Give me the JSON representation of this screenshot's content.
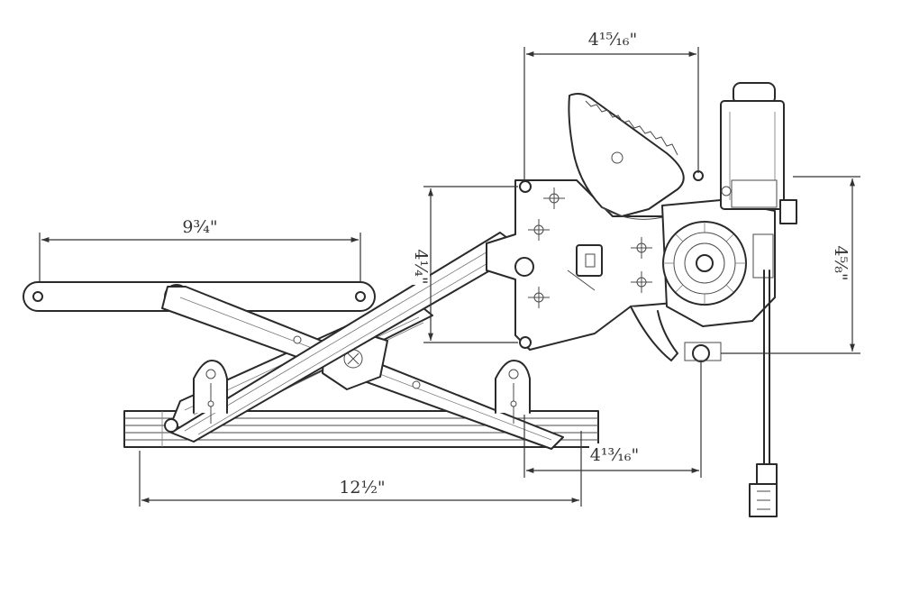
{
  "dimensions": {
    "top_width": "4¹⁵⁄₁₆\"",
    "arm_length": "9¾\"",
    "left_height": "4¼\"",
    "right_height": "4⅝\"",
    "offset": "4¹³⁄₁₆\"",
    "track_length": "12½\""
  },
  "colors": {
    "line": "#2a2a2a",
    "dimension": "#333333",
    "background": "#ffffff"
  }
}
